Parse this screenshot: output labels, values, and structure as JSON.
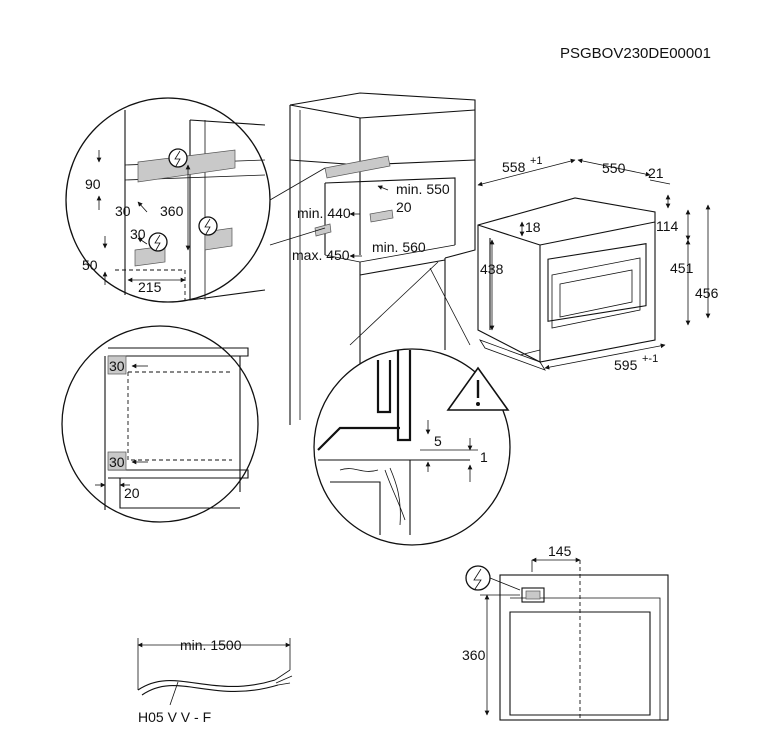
{
  "document_code": "PSGBOV230DE00001",
  "cabinet_labels": {
    "min_550": "min. 550",
    "min_440": "min. 440",
    "val_20": "20",
    "max_450": "max. 450",
    "min_560": "min. 560"
  },
  "oven_labels": {
    "w_558": "558",
    "w_558_tol": "+1",
    "d_550": "550",
    "d_21": "21",
    "d_18": "18",
    "h_114": "114",
    "h_438": "438",
    "h_451": "451",
    "h_456": "456",
    "w_595": "595",
    "w_595_tol": "+-1"
  },
  "detail_top_left": {
    "v_90": "90",
    "v_30a": "30",
    "v_360": "360",
    "v_30b": "30",
    "v_50": "50",
    "v_215": "215"
  },
  "detail_mid_left": {
    "v_30_top": "30",
    "v_30_bottom": "30",
    "v_20": "20"
  },
  "detail_bottom_right": {
    "v_5": "5",
    "v_1": "1"
  },
  "cable": {
    "length": "min. 1500",
    "type": "H05 V V - F"
  },
  "rear_view": {
    "w_145": "145",
    "h_360": "360"
  },
  "icons": [
    "electric-socket-icon",
    "warning-triangle-icon"
  ]
}
